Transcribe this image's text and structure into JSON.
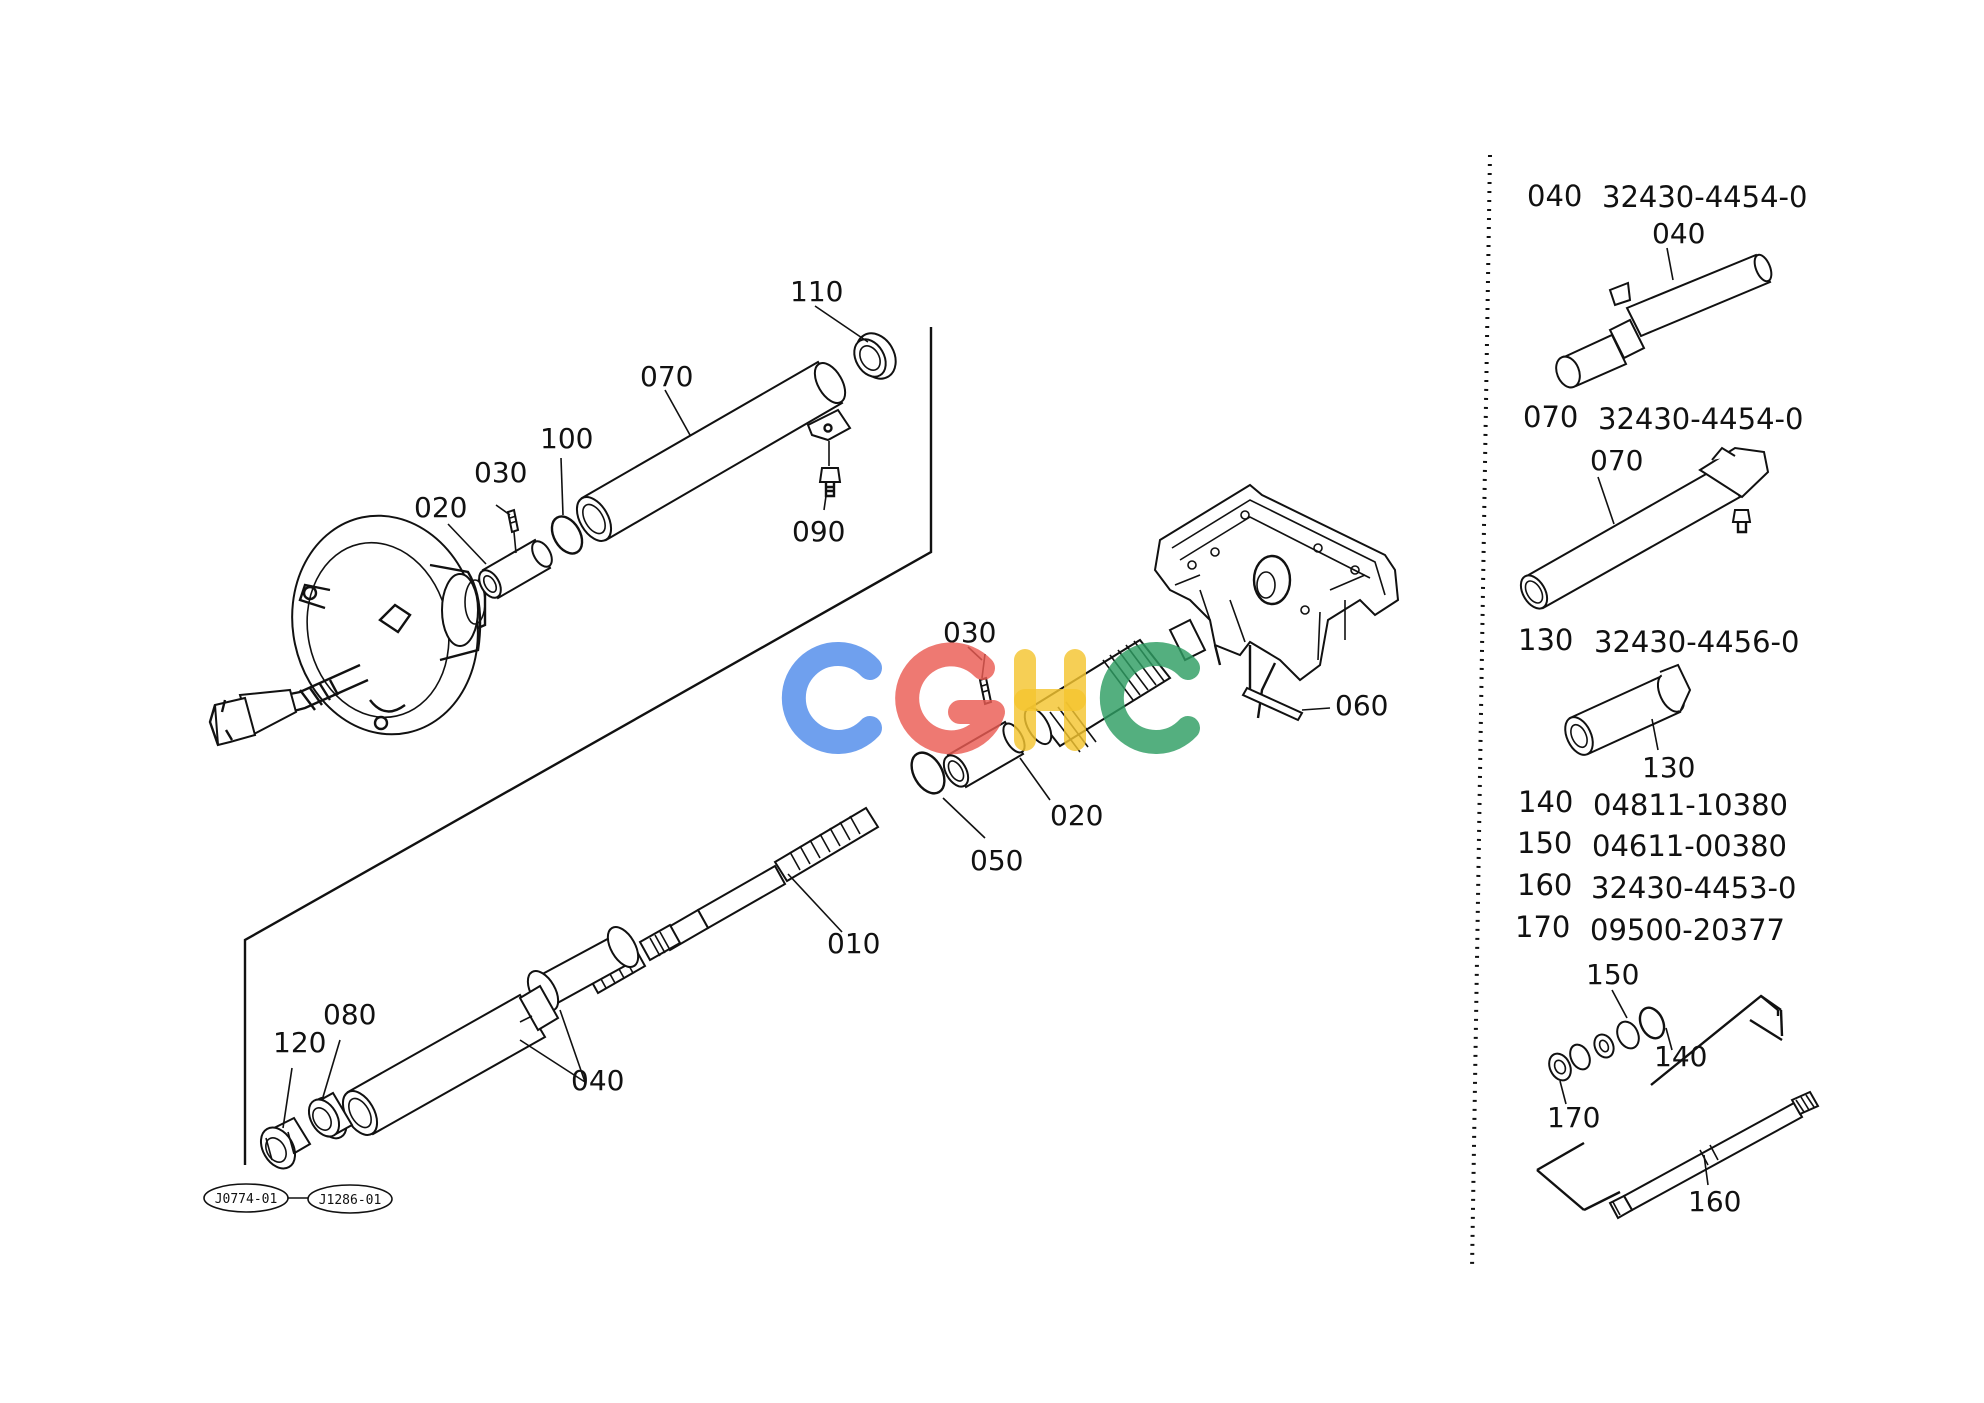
{
  "watermark": {
    "text": "CGHC",
    "colors": [
      "#4F8BEA",
      "#EA5B53",
      "#F4C430",
      "#2E9E63"
    ]
  },
  "callouts": {
    "c110": "110",
    "c070": "070",
    "c100": "100",
    "c030a": "030",
    "c020a": "020",
    "c090": "090",
    "c030b": "030",
    "c020b": "020",
    "c050": "050",
    "c010": "010",
    "c060": "060",
    "c040": "040",
    "c080": "080",
    "c120": "120"
  },
  "references": [
    "J0774-01",
    "J1286-01"
  ],
  "parts_list": [
    {
      "no": "040",
      "part_number": "32430-4454-0",
      "label": "040"
    },
    {
      "no": "070",
      "part_number": "32430-4454-0",
      "label": "070"
    },
    {
      "no": "130",
      "part_number": "32430-4456-0",
      "label": "130"
    },
    {
      "no": "140",
      "part_number": "04811-10380"
    },
    {
      "no": "150",
      "part_number": "04611-00380"
    },
    {
      "no": "160",
      "part_number": "32430-4453-0"
    },
    {
      "no": "170",
      "part_number": "09500-20377"
    }
  ],
  "kit_callouts": {
    "k150": "150",
    "k140": "140",
    "k170": "170",
    "k160": "160"
  }
}
